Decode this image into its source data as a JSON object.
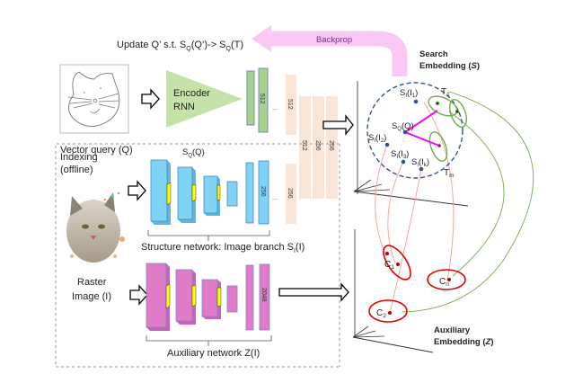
{
  "header": {
    "update_text": "Update Q’ s.t. S",
    "update_sub_q1": "Q",
    "update_mid": "(Q’)-> S",
    "update_sub_q2": "Q",
    "update_end": "(T)",
    "backprop_label": "Backprop"
  },
  "query": {
    "label": "Vector query (Q)",
    "encoder_line1": "Encoder",
    "encoder_line2": "RNN",
    "sq_main": "S",
    "sq_sub": "Q",
    "sq_end": "(Q)",
    "layer_dim": "512"
  },
  "shared_layers": {
    "top_dim": "512",
    "mid_dims": [
      "512",
      "256",
      "256"
    ],
    "bottom_dim": "256",
    "ellipsis": "..."
  },
  "indexing": {
    "title_line1": "Indexing",
    "title_line2": "(offline)",
    "raster_line1": "Raster",
    "raster_line2": "Image (I)",
    "structure_label": "Structure network:  Image branch  S",
    "structure_sub": "I",
    "structure_end": "(I)",
    "structure_dim": "256",
    "auxiliary_label": "Auxiliary network Z(I)",
    "auxiliary_dim": "2048"
  },
  "search_embedding": {
    "title_line1": "Search",
    "title_line2": "Embedding (",
    "title_var": "S",
    "title_close": ")",
    "points": [
      {
        "main": "S",
        "sub": "I",
        "arg": "(I",
        "argsub": "1",
        "close": ")"
      },
      {
        "main": "S",
        "sub": "Q",
        "arg": "(Q)",
        "argsub": "",
        "close": ""
      },
      {
        "main": "S",
        "sub": "I",
        "arg": "(I",
        "argsub": "2",
        "close": ")"
      },
      {
        "main": "S",
        "sub": "I",
        "arg": "(I",
        "argsub": "3",
        "close": ")"
      },
      {
        "main": "S",
        "sub": "I",
        "arg": "(I",
        "argsub": "k",
        "close": ")"
      }
    ],
    "targets": [
      {
        "main": "T",
        "sub": "1"
      },
      {
        "main": "T",
        "sub": "m"
      }
    ]
  },
  "auxiliary_embedding": {
    "title_line1": "Auxiliary",
    "title_line2": "Embedding (",
    "title_var": "Z",
    "title_close": ")",
    "clusters": [
      {
        "main": "C",
        "sub": "1"
      },
      {
        "main": "C",
        "sub": "n"
      },
      {
        "main": "C",
        "sub": "2"
      }
    ]
  },
  "colors": {
    "backprop": "#f9c8f4",
    "encoder": "#c5e3a8",
    "query_layer": "#a9d18e",
    "structure": "#7fd4f5",
    "auxiliary": "#e07bc9",
    "shared": "#fbe5d6",
    "kernel": "#ffff00",
    "search_circle": "#2f5597",
    "magenta": "#ff00ff",
    "red": "#e00000",
    "green": "#70ad47",
    "pink_line": "#ff9999"
  }
}
